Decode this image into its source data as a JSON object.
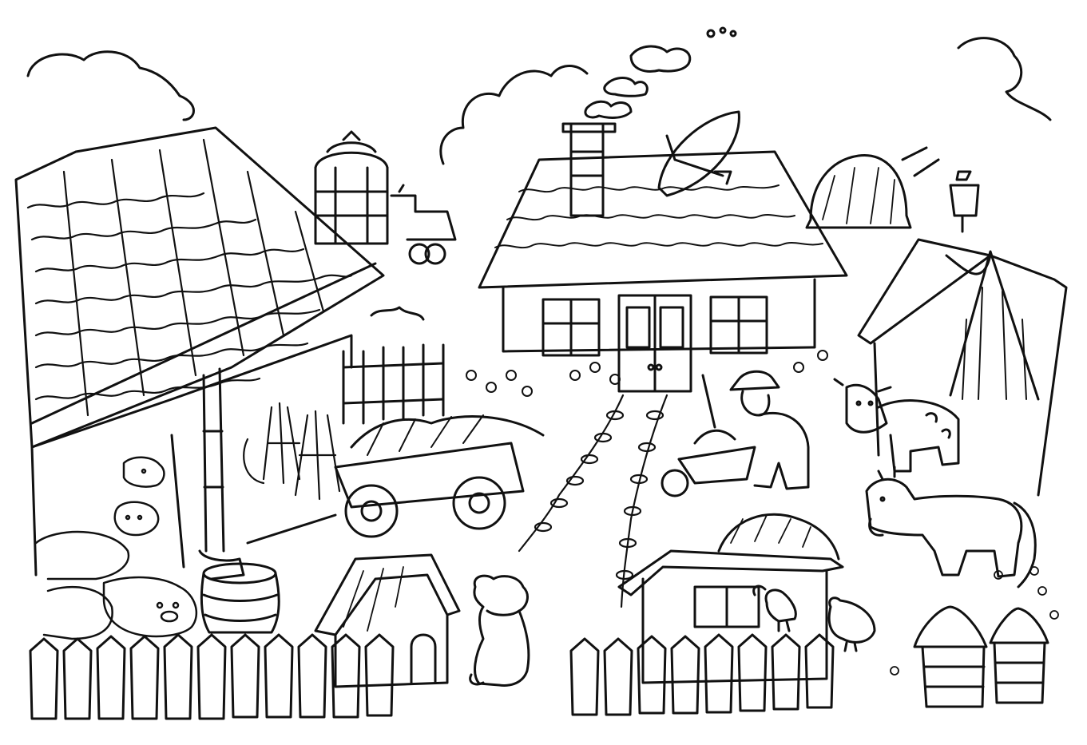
{
  "illustration": {
    "style": "black ink line-art coloring page",
    "ink_color": "#111111",
    "paper_color": "#ffffff",
    "objects": [
      "cloud-left",
      "cloud-center",
      "cloud-right",
      "chimney-smoke",
      "barn-roof-left",
      "downpipe",
      "rain-barrel",
      "pigs",
      "silo",
      "tractor",
      "farmhouse",
      "satellite-dish",
      "chimney",
      "garden-fence",
      "grain-sheaves",
      "hay-cart",
      "garden-path",
      "farmer-with-wheelbarrow",
      "haystack",
      "scarecrow",
      "shed-right",
      "cow",
      "horse",
      "dog-house",
      "dog",
      "chicken-coop",
      "rooster",
      "hen",
      "beehives",
      "front-fence-left",
      "front-fence-right"
    ]
  }
}
